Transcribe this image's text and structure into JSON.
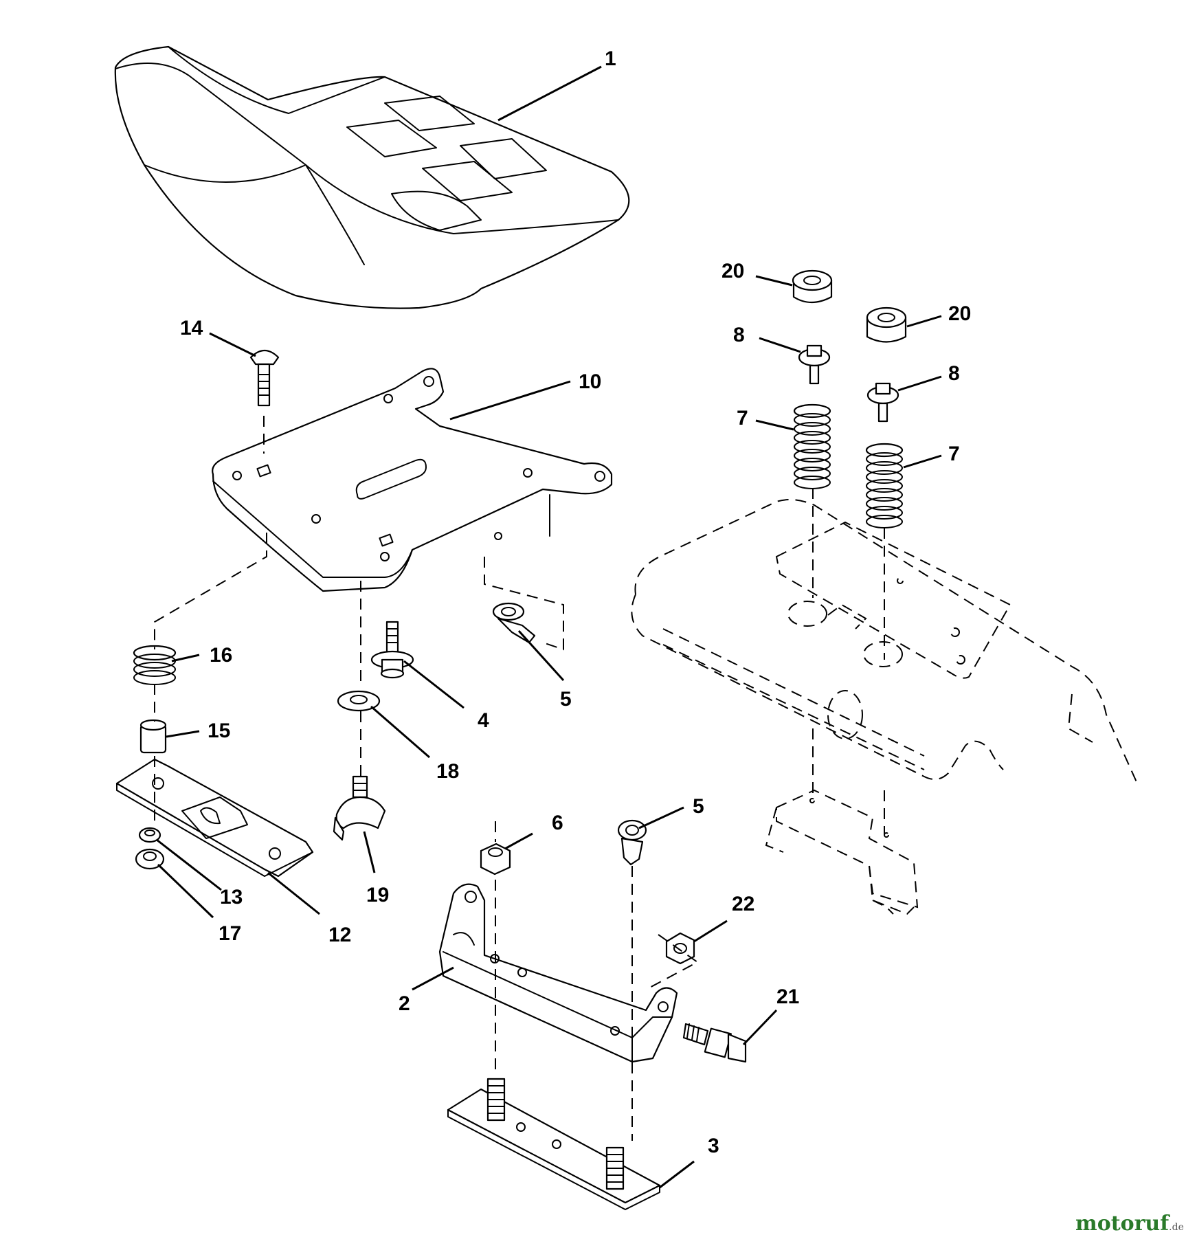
{
  "callouts": {
    "c1": "1",
    "c2": "2",
    "c3": "3",
    "c4": "4",
    "c5a": "5",
    "c5b": "5",
    "c6": "6",
    "c7a": "7",
    "c7b": "7",
    "c8a": "8",
    "c8b": "8",
    "c10": "10",
    "c12": "12",
    "c13": "13",
    "c14": "14",
    "c15": "15",
    "c16": "16",
    "c17": "17",
    "c18": "18",
    "c19": "19",
    "c20a": "20",
    "c20b": "20",
    "c21": "21",
    "c22": "22"
  },
  "watermark": {
    "brand": "motoruf",
    "suffix": ".de"
  },
  "colors": {
    "line": "#000000",
    "background": "#ffffff",
    "watermark_a": "#2a7a2a",
    "watermark_b": "#555555"
  }
}
